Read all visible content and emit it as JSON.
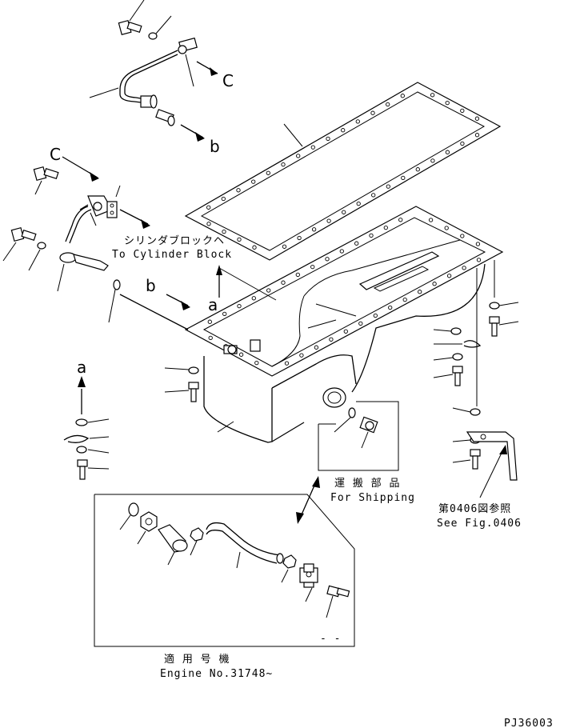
{
  "labels": {
    "cylinder_block_jp": "シリンダブロックヘ",
    "cylinder_block_en": "To Cylinder Block",
    "shipping_jp": "運 搬 部 品",
    "shipping_en": "For Shipping",
    "see_fig_jp": "第0406図参照",
    "see_fig_en": "See Fig.0406",
    "applicable_jp": "適 用 号 機",
    "engine_no": "Engine No.31748~",
    "doc_code": "PJ36003",
    "dash": "- -"
  },
  "refs": {
    "c_top": "C",
    "b_top": "b",
    "c_left": "C",
    "a_mid": "a",
    "b_mid": "b",
    "a_left": "a"
  }
}
